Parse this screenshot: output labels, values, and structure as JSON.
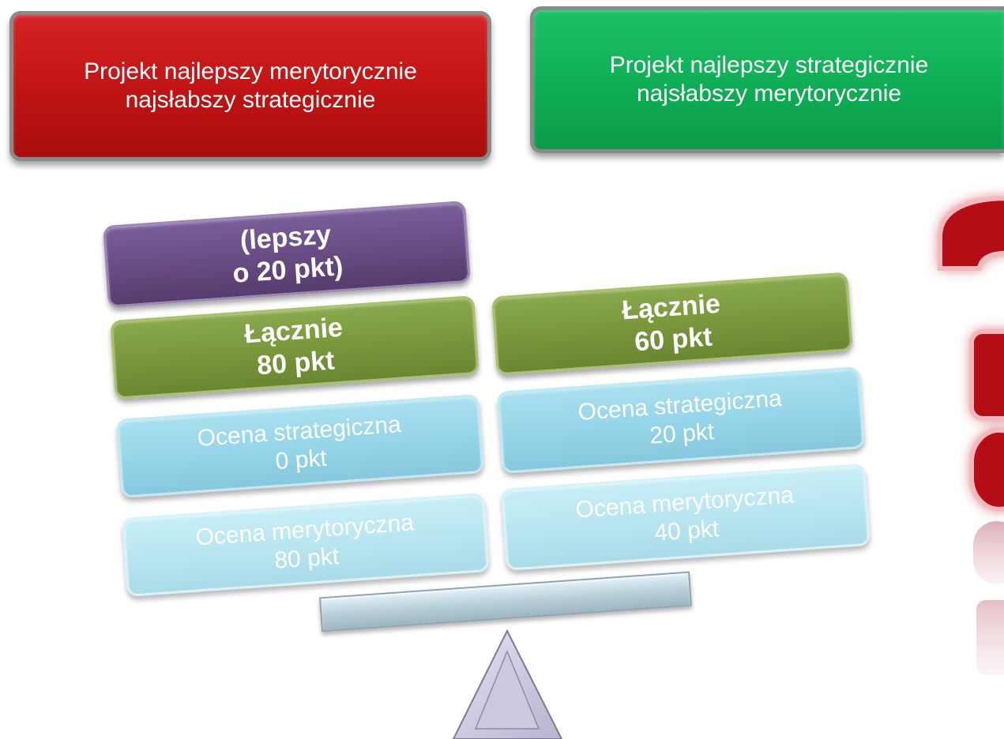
{
  "top": {
    "left_label": "Projekt najlepszy merytorycznie\nnajsłabszy strategicznie",
    "right_label": "Projekt najlepszy strategicznie\nnajsłabszy merytorycznie"
  },
  "left": {
    "badge": "(lepszy\no 20 pkt)",
    "total": "Łącznie\n80 pkt",
    "strategic": "Ocena strategiczna\n0 pkt",
    "merit": "Ocena merytoryczna\n80 pkt"
  },
  "right": {
    "total": "Łącznie\n60 pkt",
    "strategic": "Ocena strategiczna\n20 pkt",
    "merit": "Ocena merytoryczna\n40 pkt"
  },
  "colors": {
    "red": "#c01313",
    "green": "#0fae56",
    "purple": "#66497f",
    "olive": "#77943a",
    "cyan": "#93d3e8",
    "light_cyan": "#b6e4f0"
  },
  "icons": {
    "question_mark": "question-mark-icon",
    "fulcrum": "triangle-fulcrum-icon"
  }
}
